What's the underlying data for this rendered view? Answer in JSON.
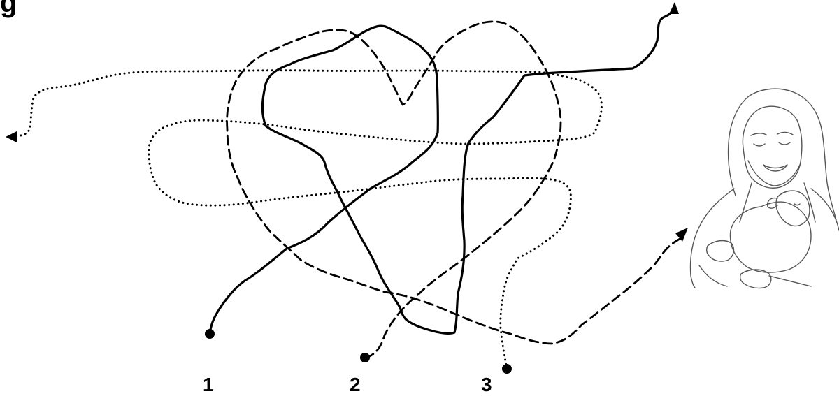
{
  "title_fragment": "g",
  "path_labels": [
    "1",
    "2",
    "3"
  ],
  "path_styles": [
    "solid",
    "dashed",
    "dotted"
  ],
  "line_color": "#000000",
  "background": "#ffffff",
  "goal_figure": "shepherd-holding-lamb-drawing"
}
